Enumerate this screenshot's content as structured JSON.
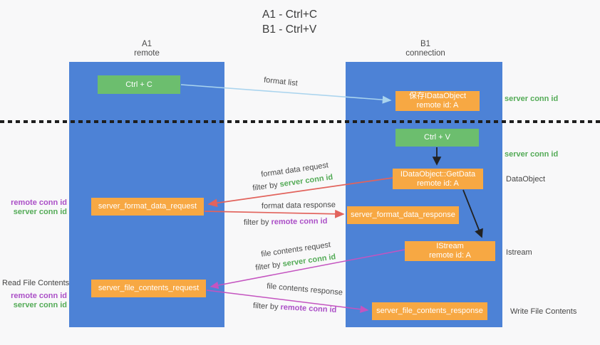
{
  "title": {
    "line1": "A1 - Ctrl+C",
    "line2": "B1 - Ctrl+V"
  },
  "lanes": {
    "a1": {
      "title": "A1",
      "subtitle": "remote"
    },
    "b1": {
      "title": "B1",
      "subtitle": "connection"
    }
  },
  "nodes": {
    "ctrl_c": {
      "label": "Ctrl + C"
    },
    "save_dataobject": {
      "line1": "保存IDataObject",
      "line2": "remote id: A"
    },
    "ctrl_v": {
      "label": "Ctrl + V"
    },
    "getdata": {
      "line1": "IDataObject::GetData",
      "line2": "remote id: A"
    },
    "format_request": {
      "label": "server_format_data_request"
    },
    "format_response": {
      "label": "server_format_data_response"
    },
    "istream": {
      "line1": "IStream",
      "line2": "remote id: A"
    },
    "file_request": {
      "label": "server_file_contents_request"
    },
    "file_response": {
      "label": "server_file_contents_response"
    }
  },
  "arrow_labels": {
    "format_list": "format list",
    "format_data_request": "format data request",
    "format_data_response": "format data response",
    "file_contents_request": "file contents request",
    "file_contents_response": "file contents response",
    "filter_by": "filter by",
    "server_conn_id": "server conn id",
    "remote_conn_id": "remote conn id"
  },
  "side_labels": {
    "server_conn_id_top": "server conn id",
    "server_conn_id_mid": "server conn id",
    "dataobject": "DataObject",
    "istream": "Istream",
    "read_file_contents": "Read File Contents",
    "write_file_contents": "Write File Contents",
    "remote_conn_id": "remote conn id",
    "server_conn_id": "server conn id"
  },
  "colors": {
    "lane_blue": "#4d82d6",
    "box_orange": "#f7a843",
    "box_green": "#6cbe6e",
    "green_text": "#54ab57",
    "purple_text": "#ab4fc7",
    "red_arrow": "#e2635c",
    "magenta_arrow": "#c454c0",
    "blue_arrow": "#aad4ee",
    "black_arrow": "#222222"
  }
}
